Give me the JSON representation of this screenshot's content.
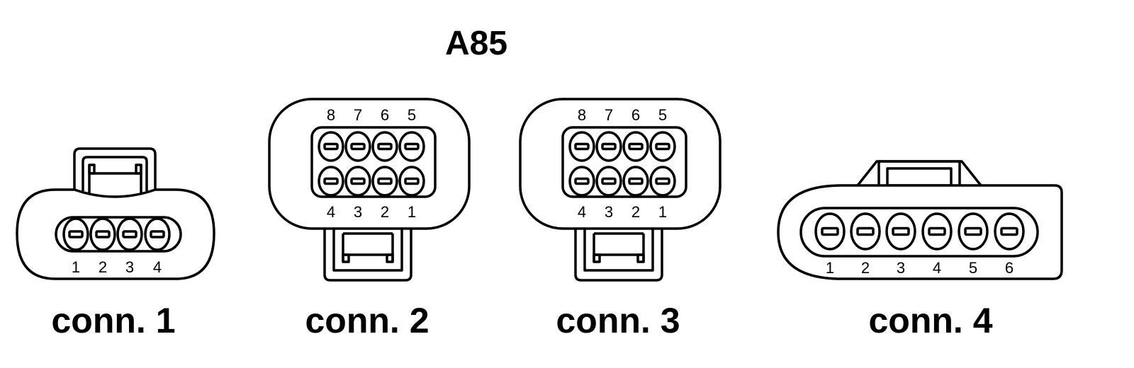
{
  "title": "A85",
  "colors": {
    "stroke": "#000000",
    "background": "#ffffff"
  },
  "connectors": [
    {
      "label": "conn. 1",
      "bottom_row": [
        "1",
        "2",
        "3",
        "4"
      ]
    },
    {
      "label": "conn. 2",
      "top_row": [
        "8",
        "7",
        "6",
        "5"
      ],
      "bottom_row": [
        "4",
        "3",
        "2",
        "1"
      ]
    },
    {
      "label": "conn. 3",
      "top_row": [
        "8",
        "7",
        "6",
        "5"
      ],
      "bottom_row": [
        "4",
        "3",
        "2",
        "1"
      ]
    },
    {
      "label": "conn. 4",
      "bottom_row": [
        "1",
        "2",
        "3",
        "4",
        "5",
        "6"
      ]
    }
  ]
}
